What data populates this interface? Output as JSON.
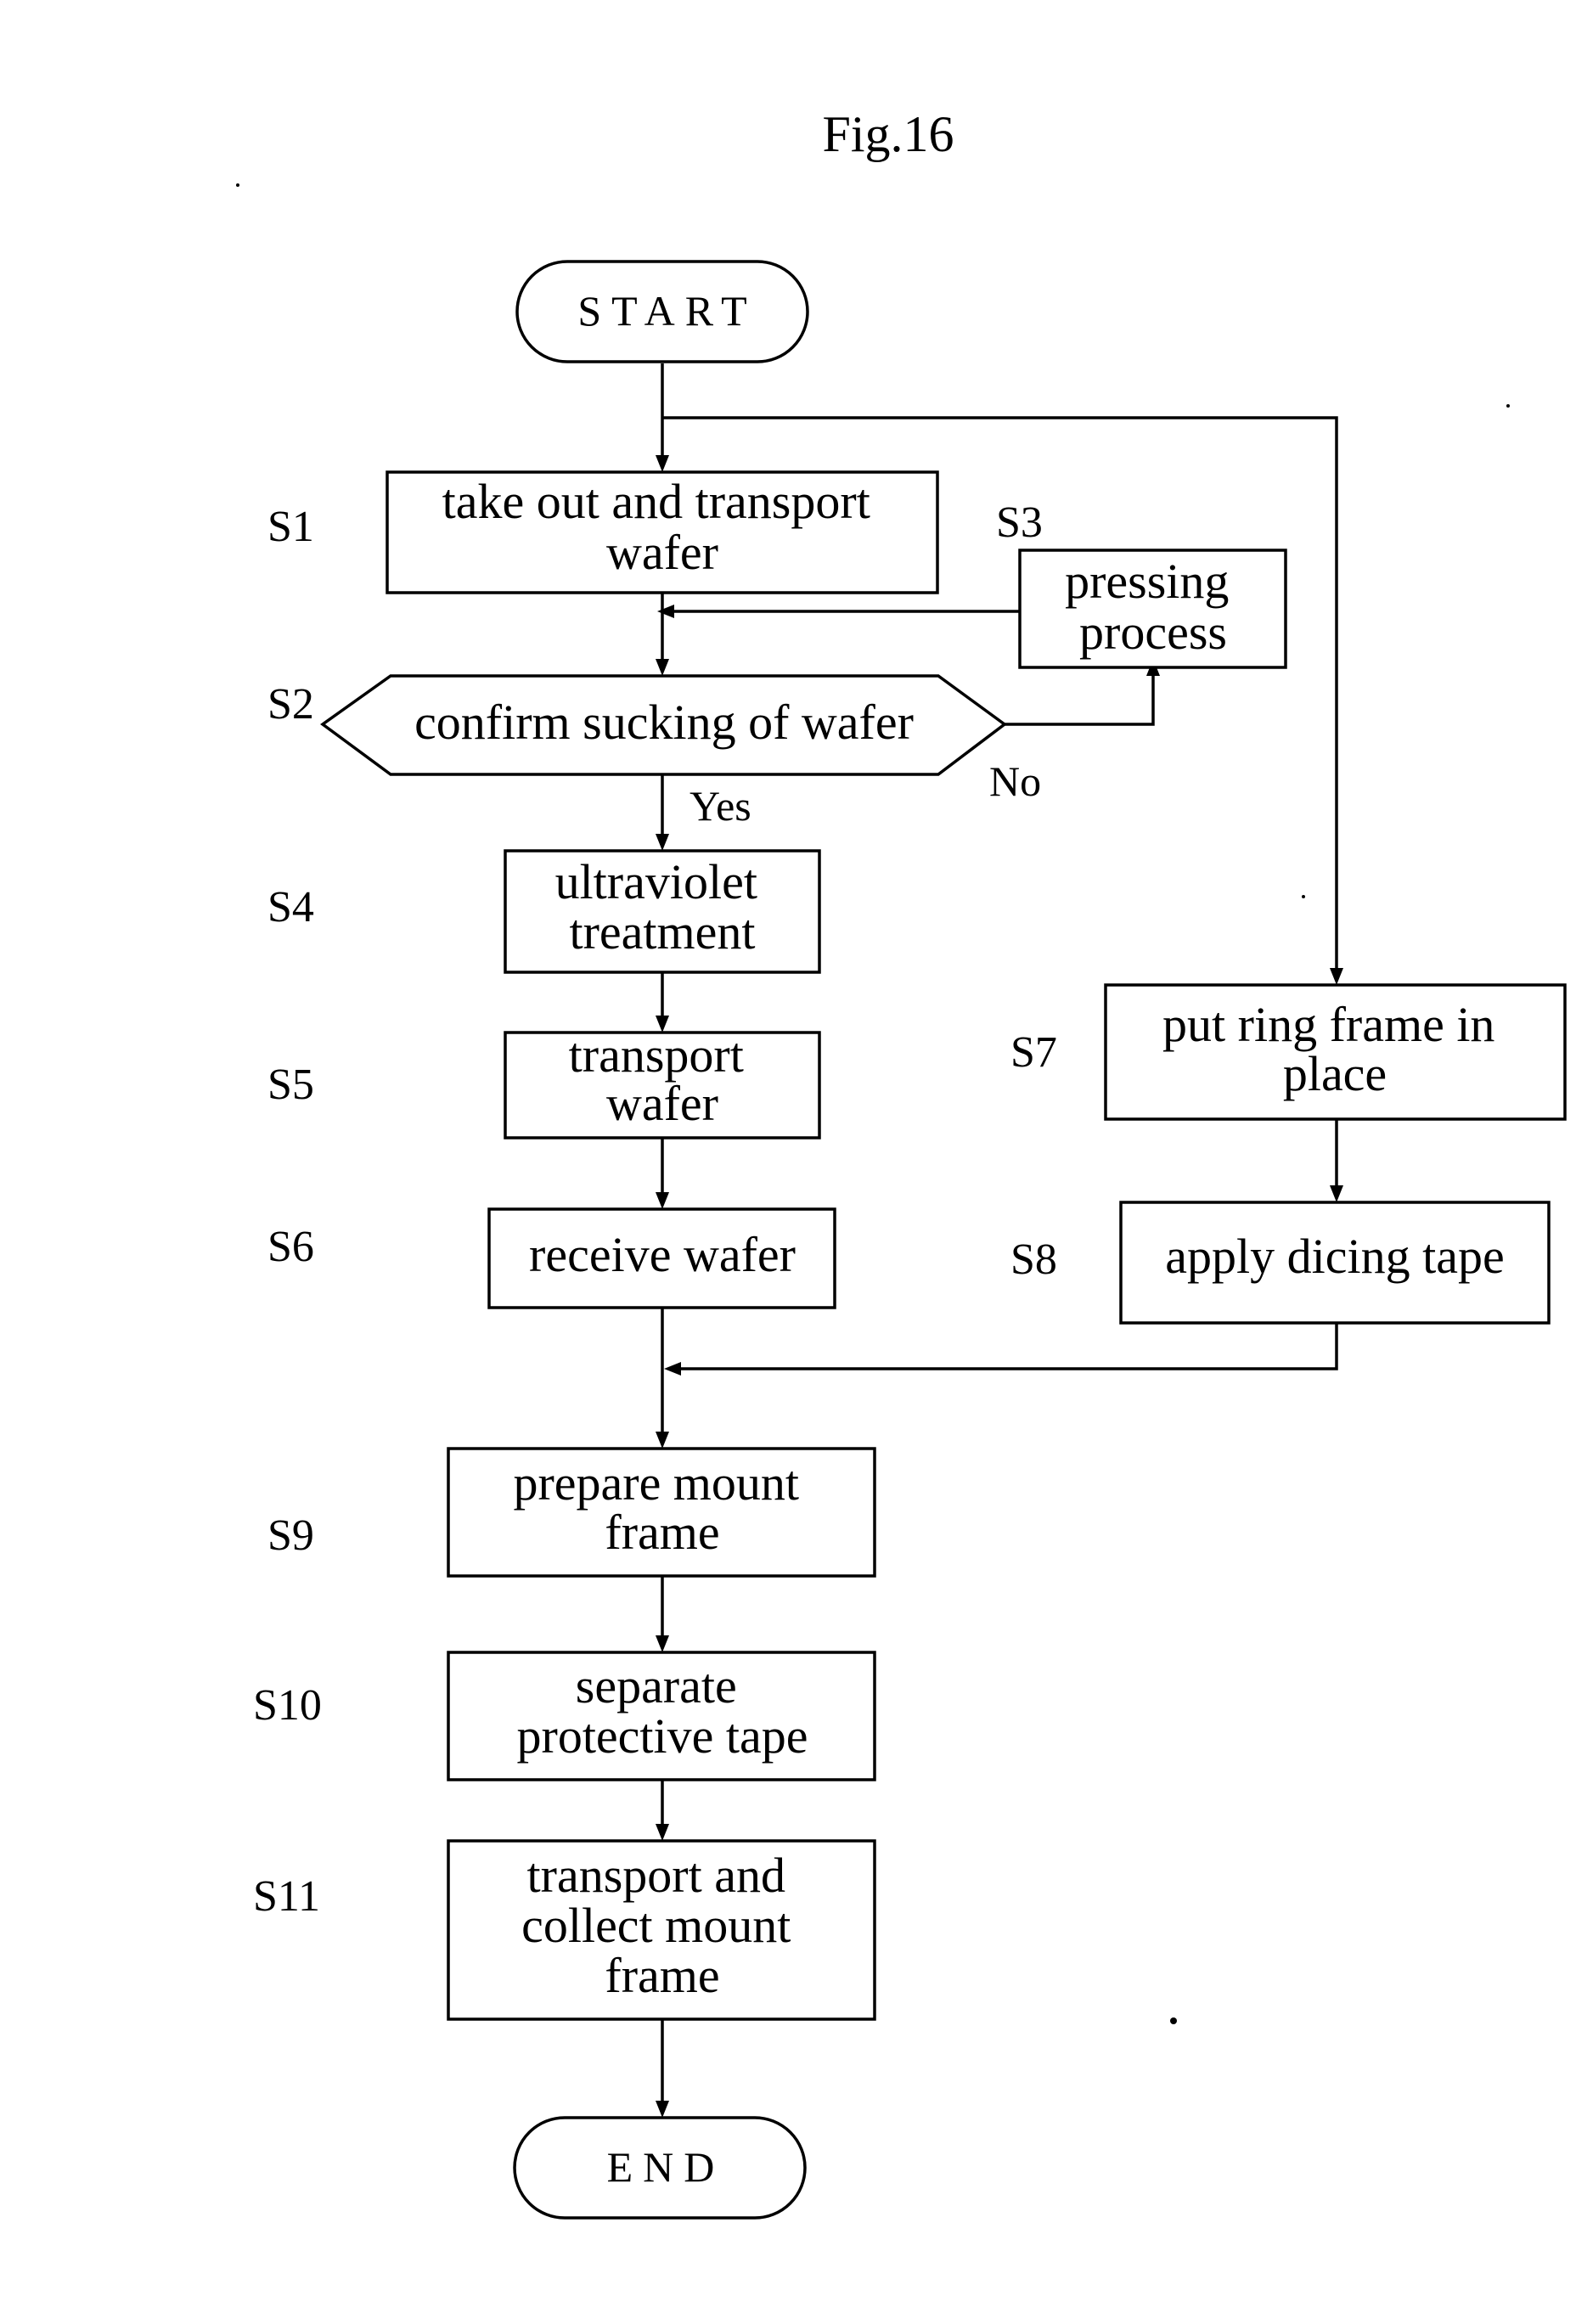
{
  "figure": {
    "title": "Fig.16"
  },
  "terminals": {
    "start": "START",
    "end": "END"
  },
  "steps": {
    "s1": {
      "label": "S1",
      "lines": [
        "take out and transport",
        "wafer"
      ]
    },
    "s2": {
      "label": "S2",
      "lines": [
        "confirm sucking of wafer"
      ]
    },
    "s3": {
      "label": "S3",
      "lines": [
        "pressing",
        "process"
      ]
    },
    "s4": {
      "label": "S4",
      "lines": [
        "ultraviolet",
        "treatment"
      ]
    },
    "s5": {
      "label": "S5",
      "lines": [
        "transport",
        "wafer"
      ]
    },
    "s6": {
      "label": "S6",
      "lines": [
        "receive wafer"
      ]
    },
    "s7": {
      "label": "S7",
      "lines": [
        "put ring frame in",
        "place"
      ]
    },
    "s8": {
      "label": "S8",
      "lines": [
        "apply dicing tape"
      ]
    },
    "s9": {
      "label": "S9",
      "lines": [
        "prepare mount",
        "frame"
      ]
    },
    "s10": {
      "label": "S10",
      "lines": [
        "separate",
        "protective tape"
      ]
    },
    "s11": {
      "label": "S11",
      "lines": [
        "transport and",
        "collect mount",
        "frame"
      ]
    }
  },
  "branches": {
    "yes": "Yes",
    "no": "No"
  }
}
